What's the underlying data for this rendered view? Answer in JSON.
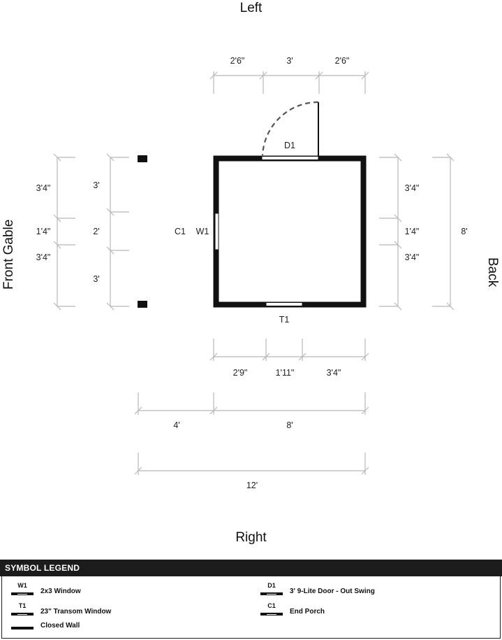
{
  "sides": {
    "top": "Left",
    "bottom": "Right",
    "left": "Front Gable",
    "right": "Back"
  },
  "top_dims": [
    "2'6\"",
    "3'",
    "2'6\""
  ],
  "front_outer_dims": [
    "3'4\"",
    "1'4\"",
    "3'4\""
  ],
  "front_inner_dims": [
    "3'",
    "2'",
    "3'"
  ],
  "back_inner_dims": [
    "3'4\"",
    "1'4\"",
    "3'4\""
  ],
  "back_total_dim": "8'",
  "bottom_dims": [
    "2'9\"",
    "1'11\"",
    "3'4\""
  ],
  "bottom_mid_dims": [
    "4'",
    "8'"
  ],
  "bottom_total_dim": "12'",
  "tags": {
    "door": "D1",
    "window": "W1",
    "porch": "C1",
    "transom": "T1"
  },
  "legend": {
    "title": "SYMBOL LEGEND",
    "items": [
      {
        "code": "W1",
        "label": "2x3 Window",
        "symbol": "opening"
      },
      {
        "code": "D1",
        "label": "3' 9-Lite Door - Out Swing",
        "symbol": "opening"
      },
      {
        "code": "T1",
        "label": "23\" Transom Window",
        "symbol": "opening"
      },
      {
        "code": "C1",
        "label": "End Porch",
        "symbol": "opening"
      },
      {
        "code": "",
        "label": "Closed Wall",
        "symbol": "wall"
      }
    ]
  },
  "colors": {
    "wall": "#111111",
    "dimension": "#b5b5b5",
    "legend_header": "#1c1c1c"
  }
}
